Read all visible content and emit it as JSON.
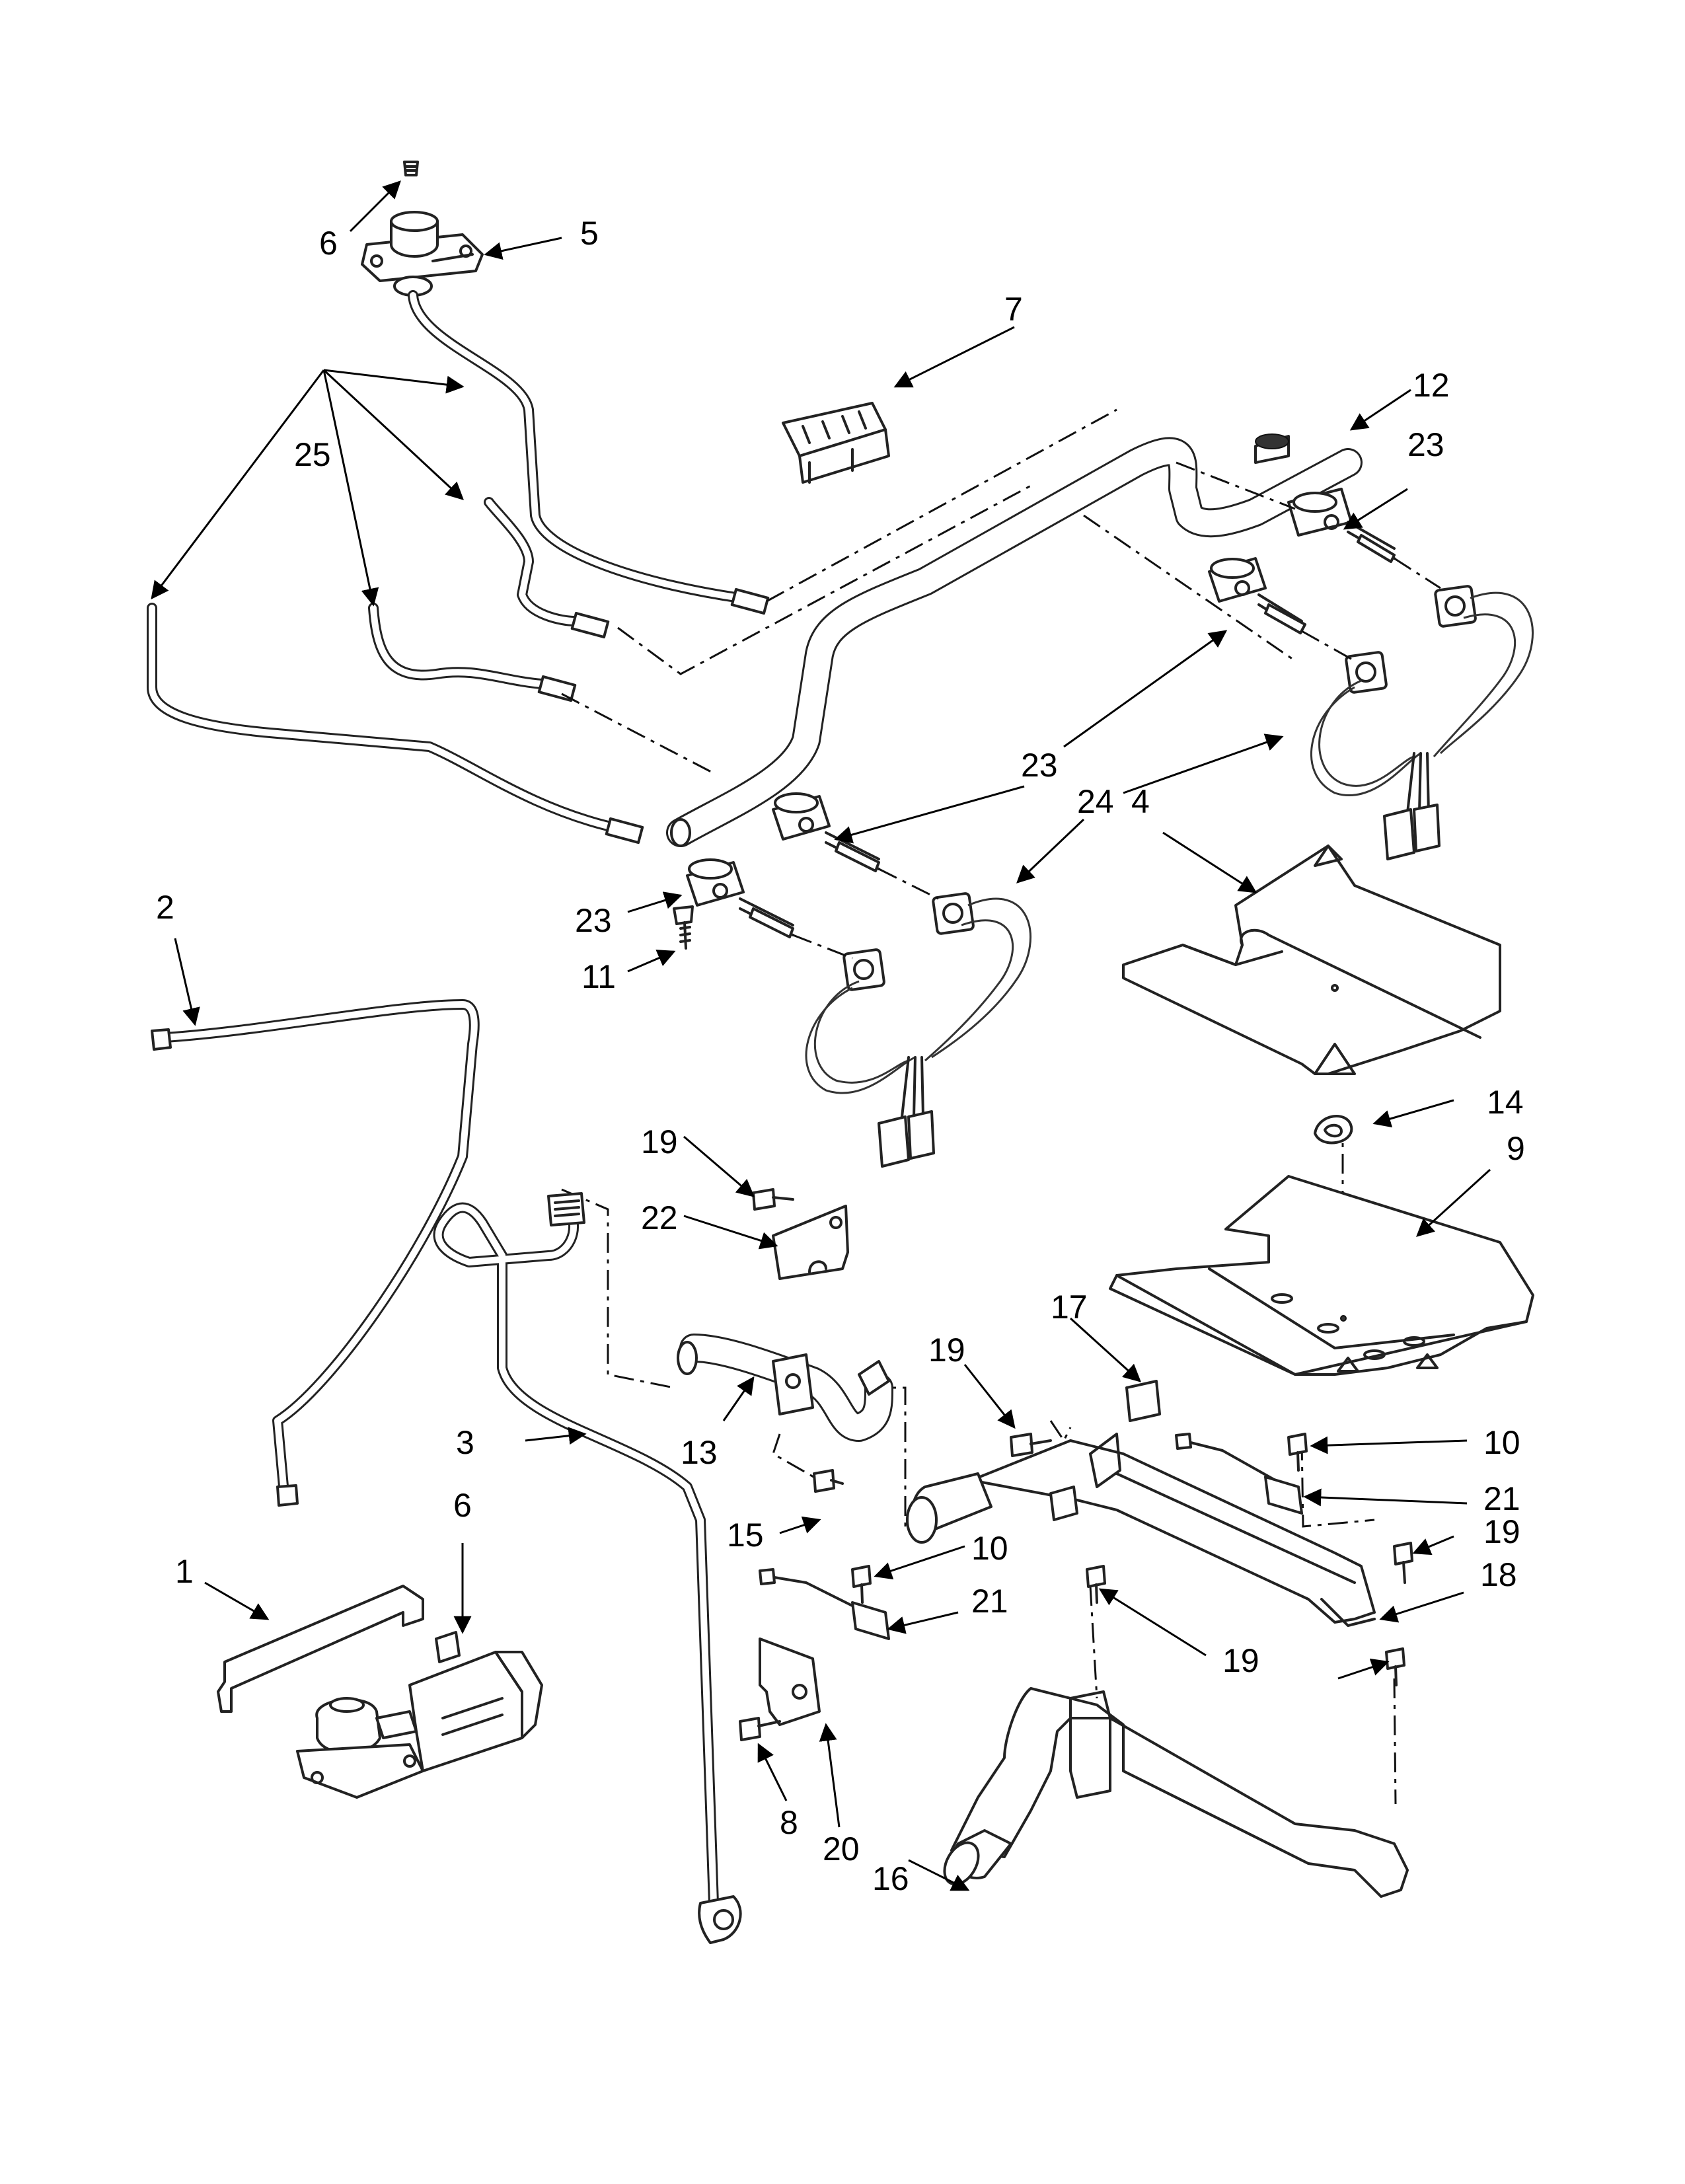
{
  "diagram": {
    "callouts": [
      {
        "id": "c6a",
        "label": "6"
      },
      {
        "id": "c5",
        "label": "5"
      },
      {
        "id": "c7",
        "label": "7"
      },
      {
        "id": "c12",
        "label": "12"
      },
      {
        "id": "c23a",
        "label": "23"
      },
      {
        "id": "c25",
        "label": "25"
      },
      {
        "id": "c23b",
        "label": "23"
      },
      {
        "id": "c24",
        "label": "24"
      },
      {
        "id": "c4",
        "label": "4"
      },
      {
        "id": "c2",
        "label": "2"
      },
      {
        "id": "c23c",
        "label": "23"
      },
      {
        "id": "c11",
        "label": "11"
      },
      {
        "id": "c14",
        "label": "14"
      },
      {
        "id": "c9",
        "label": "9"
      },
      {
        "id": "c19a",
        "label": "19"
      },
      {
        "id": "c22",
        "label": "22"
      },
      {
        "id": "c17",
        "label": "17"
      },
      {
        "id": "c19b",
        "label": "19"
      },
      {
        "id": "c10a",
        "label": "10"
      },
      {
        "id": "c3",
        "label": "3"
      },
      {
        "id": "c13",
        "label": "13"
      },
      {
        "id": "c21a",
        "label": "21"
      },
      {
        "id": "c15",
        "label": "15"
      },
      {
        "id": "c10b",
        "label": "10"
      },
      {
        "id": "c19c",
        "label": "19"
      },
      {
        "id": "c18",
        "label": "18"
      },
      {
        "id": "c1",
        "label": "1"
      },
      {
        "id": "c6b",
        "label": "6"
      },
      {
        "id": "c21b",
        "label": "21"
      },
      {
        "id": "c19d",
        "label": "19"
      },
      {
        "id": "c8",
        "label": "8"
      },
      {
        "id": "c20",
        "label": "20"
      },
      {
        "id": "c16",
        "label": "16"
      }
    ]
  }
}
